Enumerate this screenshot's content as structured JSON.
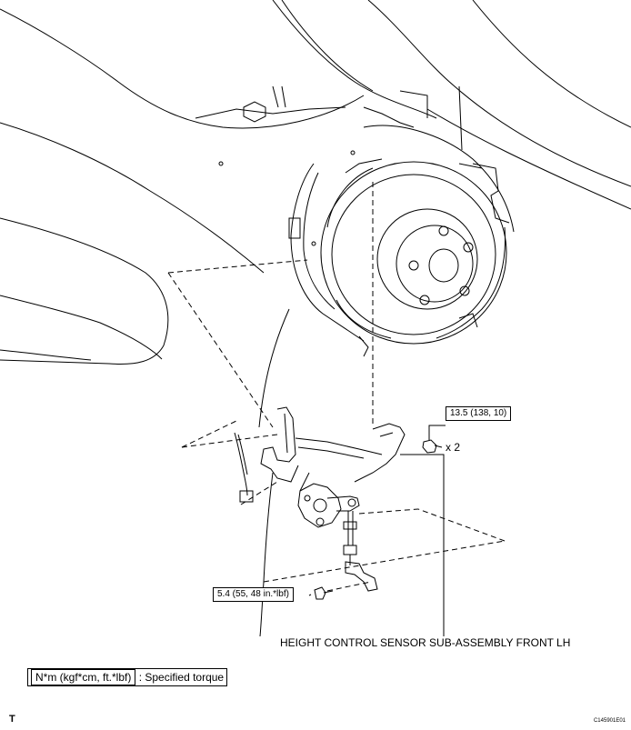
{
  "diagram": {
    "torque_upper": "13.5 (138, 10)",
    "quantity": "x 2",
    "torque_lower": "5.4 (55, 48 in.*lbf)",
    "part_name": "HEIGHT CONTROL SENSOR SUB-ASSEMBLY FRONT LH"
  },
  "legend": {
    "units": "N*m (kgf*cm, ft.*lbf)",
    "description": ": Specified torque"
  },
  "footer": {
    "corner_letter": "T",
    "figure_id": "C145901E01"
  },
  "colors": {
    "line": "#000000",
    "background": "#ffffff"
  }
}
